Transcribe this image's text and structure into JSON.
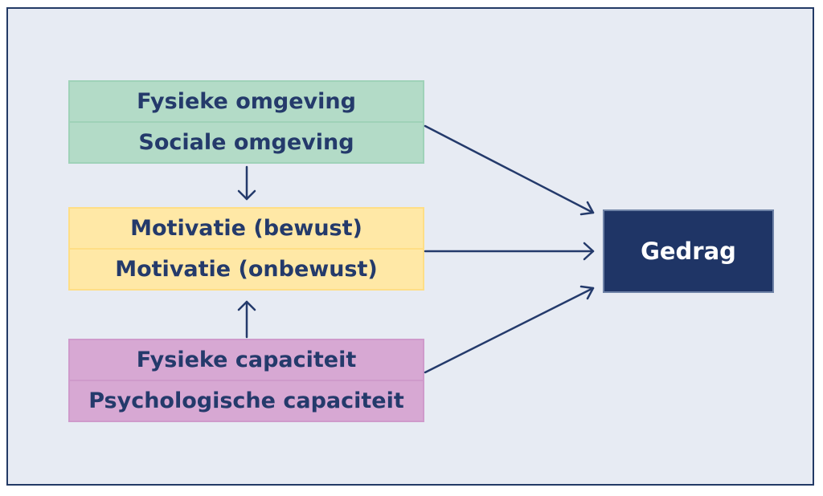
{
  "environment": {
    "physical": "Fysieke omgeving",
    "social": "Sociale omgeving"
  },
  "motivation": {
    "conscious": "Motivatie (bewust)",
    "unconscious": "Motivatie (onbewust)"
  },
  "capability": {
    "physical": "Fysieke capaciteit",
    "psychological": "Psychologische capaciteit"
  },
  "outcome": {
    "label": "Gedrag"
  },
  "colors": {
    "environment": "#b3dbc7",
    "motivation": "#ffe8a6",
    "capability": "#d7a8d3",
    "outcome": "#1f3566",
    "arrow": "#243a6b"
  }
}
